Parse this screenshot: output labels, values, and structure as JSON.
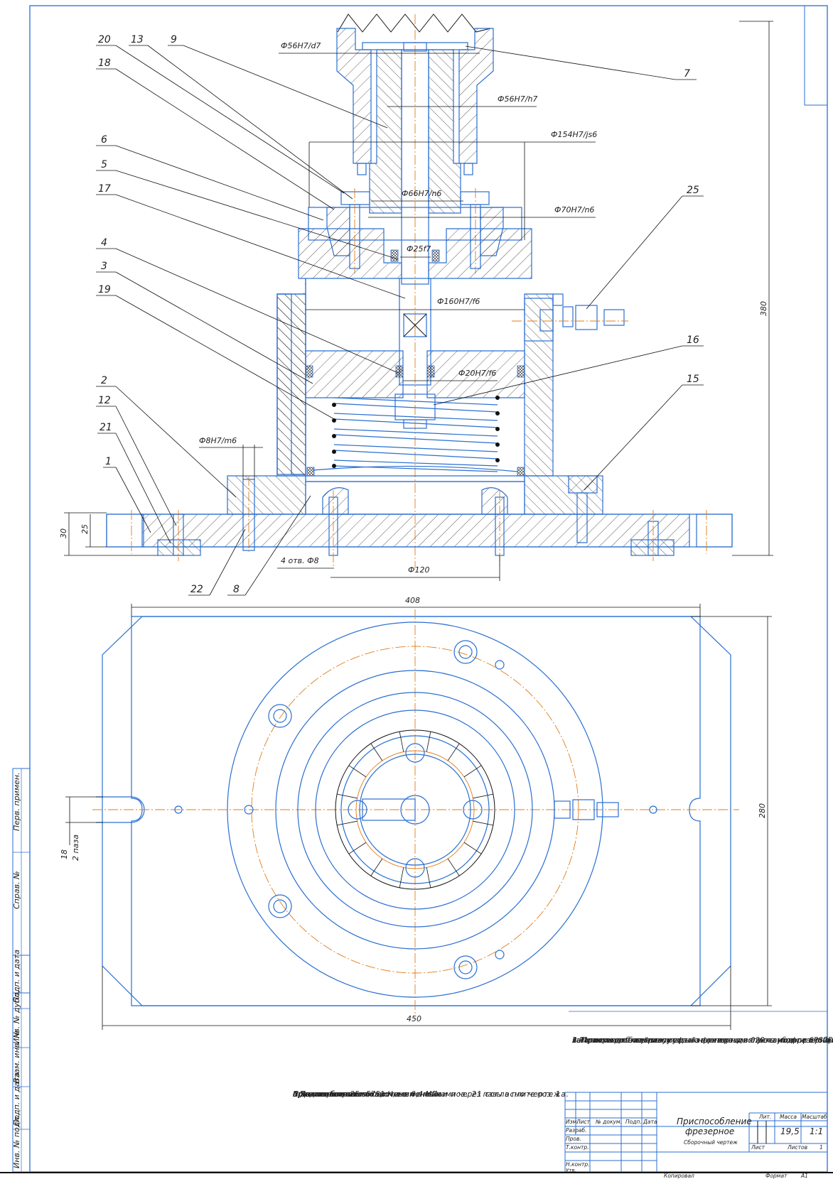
{
  "drawing": {
    "title": "Приспособление фрезерное",
    "title_line1": "Приспособление",
    "title_line2": "фрезерное",
    "subtitle": "Сборочный чертеж",
    "mass": "19,5",
    "scale": "1:1",
    "sheet_label": "Лист",
    "sheets_label": "Листов",
    "sheets_value": "1",
    "lit_label": "Лит.",
    "mass_label": "Масса",
    "scale_label": "Масштаб",
    "copied": "Копировал",
    "format_label": "Формат",
    "format_value": "A1"
  },
  "title_block": {
    "columns": [
      "Изм.",
      "Лист",
      "№ докум.",
      "Подп.",
      "Дата"
    ],
    "rows": [
      "Разраб.",
      "Пров.",
      "Т.контр.",
      "",
      "Н.контр.",
      "Утв."
    ]
  },
  "side_stamp": [
    "Перв. примен.",
    "Справ. №",
    "Подп. и дата",
    "Инв. № дубл.",
    "Взам. инв. №",
    "Подп. и дата",
    "Инв. № подл."
  ],
  "positions": [
    "20",
    "13",
    "9",
    "18",
    "7",
    "6",
    "5",
    "17",
    "4",
    "3",
    "19",
    "25",
    "16",
    "15",
    "2",
    "12",
    "21",
    "1",
    "22",
    "8"
  ],
  "fits": {
    "f1": "Ф56H7/d7",
    "f2": "Ф56H7/h7",
    "f3": "Ф154H7/js6",
    "f4": "Ф66H7/n6",
    "f5": "Ф70H7/n6",
    "f6": "Ф25f7",
    "f7": "Ф160H7/f6",
    "f8": "Ф20H7/f6",
    "f9": "Ф8H7/m6"
  },
  "dimensions": {
    "d30": "30",
    "d25": "25",
    "holes": "4 отв. Ф8",
    "d120": "Ф120",
    "d408": "408",
    "d450": "450",
    "d380": "380",
    "d280": "280",
    "d18": "18",
    "slots": "2 паза"
  },
  "notes_right": [
    "1 Размеры для справок.",
    "2 Приспособление предназначено для установки и обработки",
    "заготовки детали \"полумуфта\" на операции 020 – зубофрезерная,",
    "выполняемая на горизонтально-фрезерном станке модели 6Р82Г.",
    "3 Приспособление устанавливать в пазы поворотного стола"
  ],
  "notes_left": [
    "станка направляющими шпонками поз. 21 согласно чертежа.",
    "Прижать болтами станочными с гайками через пазы в плите поз. 1",
    "приспособления.",
    "4 Давление в пневмосистеме 0,4 МПа.",
    "5 Ход поршня 25 мм.",
    "6 Усилие зажатия 5751 Н, не менее."
  ],
  "colors": {
    "outline": "#2a6fd1",
    "centerline": "#e07d1a",
    "dimension": "#111111"
  }
}
